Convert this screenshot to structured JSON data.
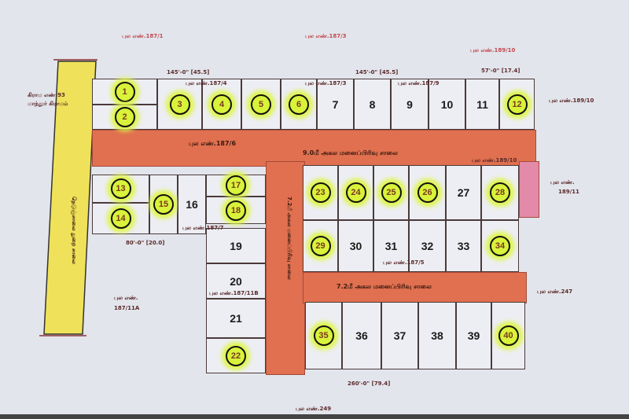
{
  "labels": {
    "top_left_survey": "புல எண்.187/1",
    "top_mid_survey": "புல எண்.187/3",
    "top_right_survey": "புல எண்.189/10",
    "top_dim_left": "145'-0\" [45.5]",
    "top_dim_mid": "145'-0\" [45.5]",
    "top_dim_right": "57'-0\" [17.4]",
    "village_road_line1": "கிராம எண்.93",
    "village_road_line2": "மாந்தூர் கிராமம்",
    "row1_survey_a": "புல எண்.187/4",
    "row1_survey_b": "புல எண்.187/3",
    "row1_survey_c": "புல எண்.187/9",
    "right_survey_1": "புல எண்.189/10",
    "road_survey": "புல எண்.187/6",
    "main_road": "9.0மீ அகல மனைப்பிரிவு சாலை",
    "right_survey_2a": "புல எண்.",
    "right_survey_2b": "189/11",
    "strip_survey": "புல எண்.189/10",
    "mid_survey": "புல எண்.187/5",
    "second_road": "7.2மீ அகல மனைப்பிரிவு சாலை",
    "right_survey_3": "புல எண்.247",
    "left_survey_a": "புல எண்.",
    "left_survey_b": "187/11A",
    "left_plots_survey": "புல எண்.187/7",
    "lower_plots_survey": "புல எண்.187/11B",
    "left_dim": "80'-0\" [20.0]",
    "vertical_road": "7.2மீ அகல மனைப்பிரிவு சாலை",
    "yellow_road": "நெடுஞ்சாலை துறை சாலை",
    "bottom_dim": "260'-0\" [79.4]",
    "bottom_survey": "புல எண்.249"
  },
  "plots": [
    {
      "no": "1",
      "marked": true
    },
    {
      "no": "2",
      "marked": true
    },
    {
      "no": "3",
      "marked": true
    },
    {
      "no": "4",
      "marked": true
    },
    {
      "no": "5",
      "marked": true
    },
    {
      "no": "6",
      "marked": true
    },
    {
      "no": "7",
      "marked": false
    },
    {
      "no": "8",
      "marked": false
    },
    {
      "no": "9",
      "marked": false
    },
    {
      "no": "10",
      "marked": false
    },
    {
      "no": "11",
      "marked": false
    },
    {
      "no": "12",
      "marked": true
    },
    {
      "no": "13",
      "marked": true
    },
    {
      "no": "14",
      "marked": true
    },
    {
      "no": "15",
      "marked": true
    },
    {
      "no": "16",
      "marked": false
    },
    {
      "no": "17",
      "marked": true
    },
    {
      "no": "18",
      "marked": true
    },
    {
      "no": "19",
      "marked": false
    },
    {
      "no": "20",
      "marked": false
    },
    {
      "no": "21",
      "marked": false
    },
    {
      "no": "22",
      "marked": true
    },
    {
      "no": "23",
      "marked": true
    },
    {
      "no": "24",
      "marked": true
    },
    {
      "no": "25",
      "marked": true
    },
    {
      "no": "26",
      "marked": true
    },
    {
      "no": "27",
      "marked": false
    },
    {
      "no": "28",
      "marked": true
    },
    {
      "no": "29",
      "marked": true
    },
    {
      "no": "30",
      "marked": false
    },
    {
      "no": "31",
      "marked": false
    },
    {
      "no": "32",
      "marked": false
    },
    {
      "no": "33",
      "marked": false
    },
    {
      "no": "34",
      "marked": true
    },
    {
      "no": "35",
      "marked": true
    },
    {
      "no": "36",
      "marked": false
    },
    {
      "no": "37",
      "marked": false
    },
    {
      "no": "38",
      "marked": false
    },
    {
      "no": "39",
      "marked": false
    },
    {
      "no": "40",
      "marked": true
    }
  ],
  "colors": {
    "road": "#e0704f",
    "highlight": "#d9f23a",
    "highway": "#efe25a",
    "strip": "#e28aa8"
  }
}
